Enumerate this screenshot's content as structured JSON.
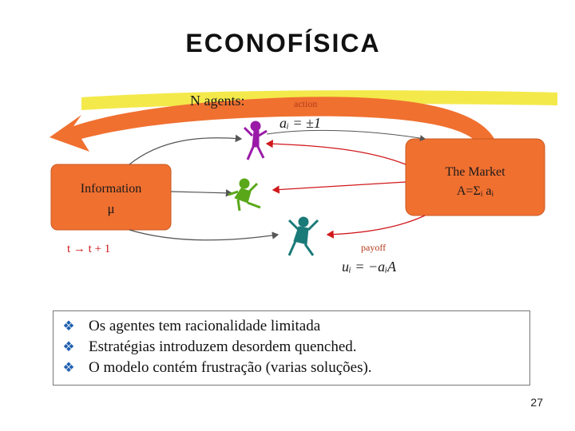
{
  "slide": {
    "title": "ECONOFÍSICA",
    "page_number": "27"
  },
  "diagram": {
    "agents_label": "N agents:",
    "action_label": "action",
    "action_formula": "aᵢ = ±1",
    "market_label": "The Market",
    "market_formula": "A=Σᵢ aᵢ",
    "information_label": "Information",
    "information_symbol": "μ",
    "time_step": "t → t + 1",
    "payoff_label": "payoff",
    "payoff_formula": "uᵢ = −aᵢA",
    "colors": {
      "orange": "#f07030",
      "yellow_stroke": "#f2e52a",
      "agent_purple": "#9a1aa8",
      "agent_green": "#5aa81a",
      "agent_teal": "#1a7a78",
      "arrow_red": "#d0191c"
    }
  },
  "bullets": [
    "Os agentes tem racionalidade limitada",
    "Estratégias introduzem desordem quenched.",
    "O modelo contém frustração (varias soluções)."
  ],
  "bullet_icon": "diamond-bullet-icon"
}
